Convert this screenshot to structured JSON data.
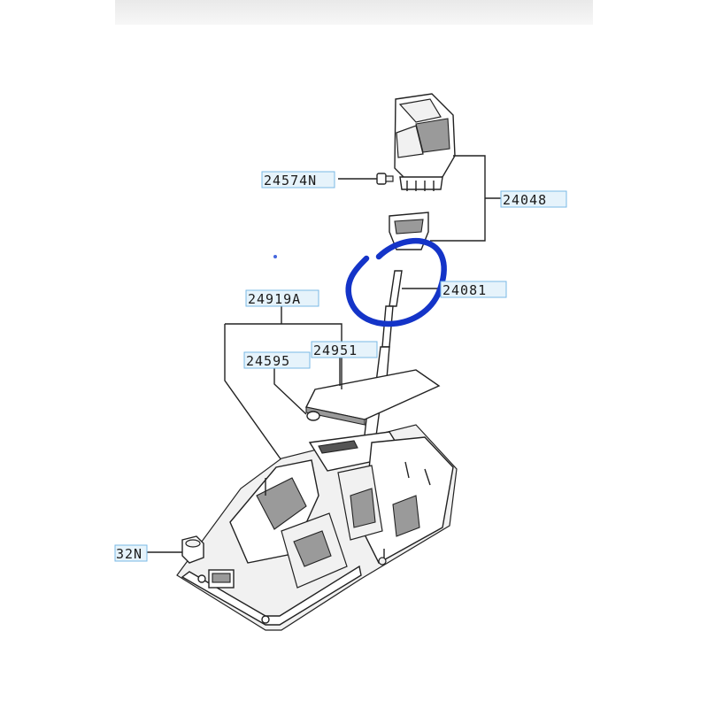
{
  "labels": {
    "p24574N": "24574N",
    "p24048": "24048",
    "p24081": "24081",
    "p24919A": "24919A",
    "p24595": "24595",
    "p24951": "24951",
    "p32N": "32N"
  },
  "colors": {
    "annotation_circle": "#1434c8",
    "label_highlight": "#e6f3fb"
  }
}
